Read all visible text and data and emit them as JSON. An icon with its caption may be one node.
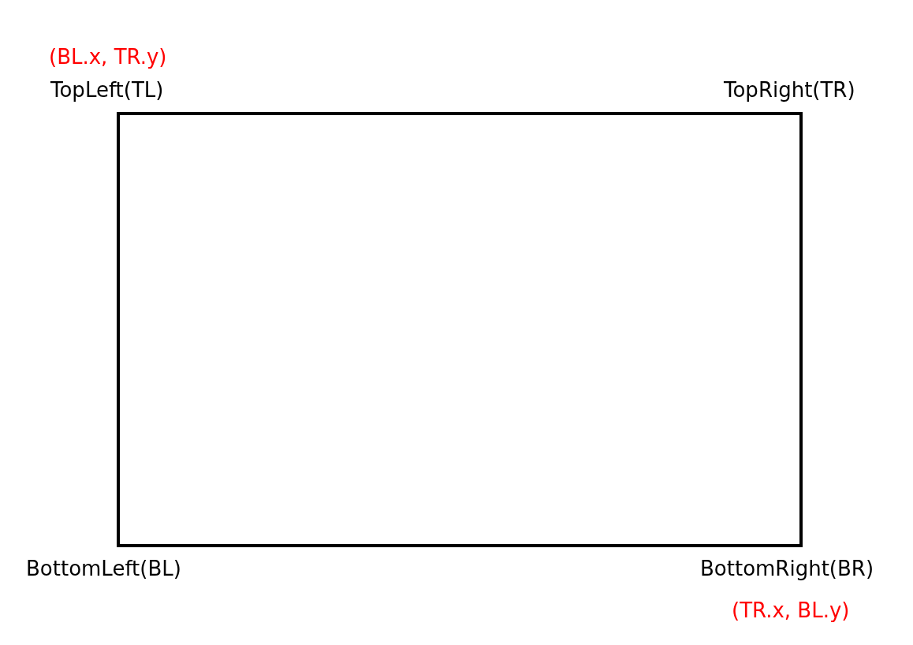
{
  "diagram": {
    "labels": [
      "(BL.x, TR.y)",
      "TopLeft(TL)",
      "TopRight(TR)",
      "BottomLeft(BL)",
      "BottomRight(BR)",
      "(TR.x, BL.y)"
    ]
  }
}
